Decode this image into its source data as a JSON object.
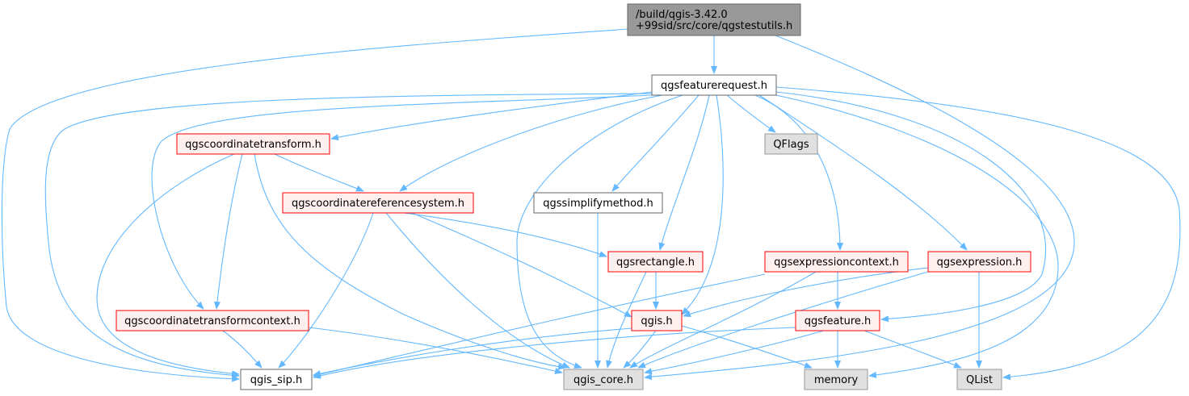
{
  "graph": {
    "colors": {
      "edge": "#63b8ff",
      "root_fill": "#999999",
      "root_stroke": "#666666",
      "normal_fill": "#ffffff",
      "normal_stroke": "#666666",
      "undoc_fill": "#fff0f0",
      "undoc_stroke": "#ff0000",
      "external_fill": "#e0e0e0",
      "external_stroke": "#999999"
    },
    "nodes": [
      {
        "id": "root",
        "kind": "root",
        "lines": [
          "/build/qgis-3.42.0",
          "+99sid/src/core/qgstestutils.h"
        ]
      },
      {
        "id": "featurerequest",
        "kind": "normal",
        "lines": [
          "qgsfeaturerequest.h"
        ]
      },
      {
        "id": "coordinatetransform",
        "kind": "undoc",
        "lines": [
          "qgscoordinatetransform.h"
        ]
      },
      {
        "id": "qflags",
        "kind": "external",
        "lines": [
          "QFlags"
        ]
      },
      {
        "id": "crs",
        "kind": "undoc",
        "lines": [
          "qgscoordinatereferencesystem.h"
        ]
      },
      {
        "id": "simplifymethod",
        "kind": "normal",
        "lines": [
          "qgssimplifymethod.h"
        ]
      },
      {
        "id": "rectangle",
        "kind": "undoc",
        "lines": [
          "qgsrectangle.h"
        ]
      },
      {
        "id": "expressioncontext",
        "kind": "undoc",
        "lines": [
          "qgsexpressioncontext.h"
        ]
      },
      {
        "id": "expression",
        "kind": "undoc",
        "lines": [
          "qgsexpression.h"
        ]
      },
      {
        "id": "qgis",
        "kind": "undoc",
        "lines": [
          "qgis.h"
        ]
      },
      {
        "id": "transformcontext",
        "kind": "undoc",
        "lines": [
          "qgscoordinatetransformcontext.h"
        ]
      },
      {
        "id": "feature",
        "kind": "undoc",
        "lines": [
          "qgsfeature.h"
        ]
      },
      {
        "id": "qgis_sip",
        "kind": "normal",
        "lines": [
          "qgis_sip.h"
        ]
      },
      {
        "id": "qgis_core",
        "kind": "external",
        "lines": [
          "qgis_core.h"
        ]
      },
      {
        "id": "memory",
        "kind": "external",
        "lines": [
          "memory"
        ]
      },
      {
        "id": "qlist",
        "kind": "external",
        "lines": [
          "QList"
        ]
      }
    ],
    "edges": [
      {
        "from": "root",
        "to": "featurerequest"
      },
      {
        "from": "root",
        "to": "qgis_sip"
      },
      {
        "from": "root",
        "to": "qgis_core"
      },
      {
        "from": "featurerequest",
        "to": "coordinatetransform"
      },
      {
        "from": "featurerequest",
        "to": "qflags"
      },
      {
        "from": "featurerequest",
        "to": "crs"
      },
      {
        "from": "featurerequest",
        "to": "simplifymethod"
      },
      {
        "from": "featurerequest",
        "to": "rectangle"
      },
      {
        "from": "featurerequest",
        "to": "expressioncontext"
      },
      {
        "from": "featurerequest",
        "to": "expression"
      },
      {
        "from": "featurerequest",
        "to": "qgis"
      },
      {
        "from": "featurerequest",
        "to": "transformcontext"
      },
      {
        "from": "featurerequest",
        "to": "feature"
      },
      {
        "from": "featurerequest",
        "to": "qgis_sip"
      },
      {
        "from": "featurerequest",
        "to": "qgis_core"
      },
      {
        "from": "featurerequest",
        "to": "memory"
      },
      {
        "from": "featurerequest",
        "to": "qlist"
      },
      {
        "from": "coordinatetransform",
        "to": "crs"
      },
      {
        "from": "coordinatetransform",
        "to": "transformcontext"
      },
      {
        "from": "coordinatetransform",
        "to": "qgis_sip"
      },
      {
        "from": "coordinatetransform",
        "to": "qgis_core"
      },
      {
        "from": "crs",
        "to": "rectangle"
      },
      {
        "from": "crs",
        "to": "qgis"
      },
      {
        "from": "crs",
        "to": "qgis_sip"
      },
      {
        "from": "crs",
        "to": "qgis_core"
      },
      {
        "from": "simplifymethod",
        "to": "qgis_core"
      },
      {
        "from": "rectangle",
        "to": "qgis"
      },
      {
        "from": "rectangle",
        "to": "qgis_core"
      },
      {
        "from": "expressioncontext",
        "to": "feature"
      },
      {
        "from": "expressioncontext",
        "to": "qgis_sip"
      },
      {
        "from": "expressioncontext",
        "to": "qgis_core"
      },
      {
        "from": "expression",
        "to": "qgis"
      },
      {
        "from": "expression",
        "to": "qgis_core"
      },
      {
        "from": "expression",
        "to": "qlist"
      },
      {
        "from": "qgis",
        "to": "qgis_sip"
      },
      {
        "from": "qgis",
        "to": "qgis_core"
      },
      {
        "from": "qgis",
        "to": "memory"
      },
      {
        "from": "transformcontext",
        "to": "qgis_sip"
      },
      {
        "from": "transformcontext",
        "to": "qgis_core"
      },
      {
        "from": "feature",
        "to": "qgis_sip"
      },
      {
        "from": "feature",
        "to": "qgis_core"
      },
      {
        "from": "feature",
        "to": "memory"
      },
      {
        "from": "feature",
        "to": "qlist"
      }
    ]
  }
}
